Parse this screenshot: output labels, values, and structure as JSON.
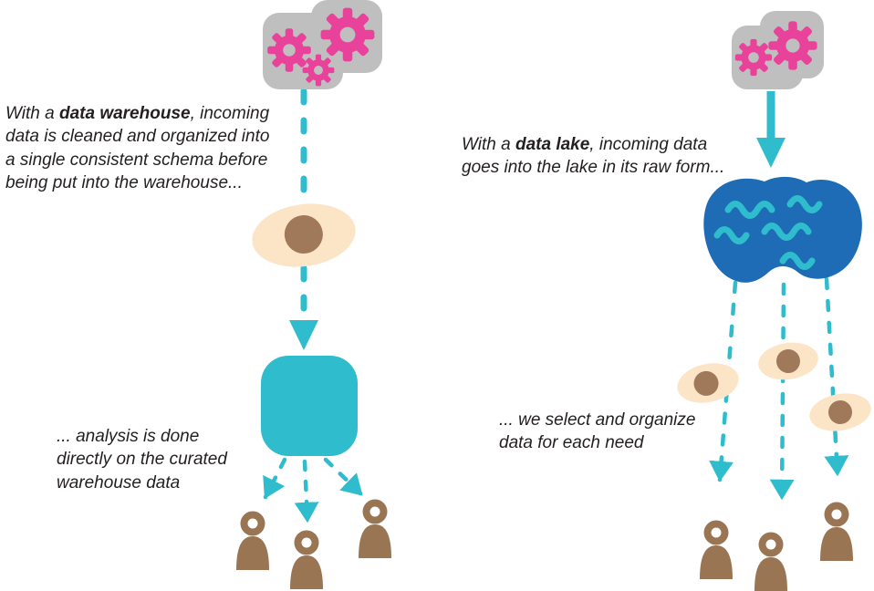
{
  "left_panel": {
    "caption_top": {
      "prefix": "With a ",
      "bold": "data warehouse",
      "suffix": ", incoming data is cleaned and organized into a single consistent schema before being put into the warehouse..."
    },
    "caption_bottom": "... analysis is done directly on the curated warehouse data"
  },
  "right_panel": {
    "caption_top": {
      "prefix": "With a ",
      "bold": "data lake",
      "suffix": ", incoming data goes into the lake in its raw form..."
    },
    "caption_bottom": "... we select and organize data for each need"
  },
  "icons": {
    "gear-icon": "pink gear on gray block representing source systems",
    "eye-icon": "peach oval with brown pupil representing data selection/curation",
    "warehouse-icon": "teal rounded square representing the data warehouse",
    "lake-icon": "blue blob with teal waves representing the data lake",
    "person-icon": "brown human silhouette representing a data consumer",
    "arrow-icon": "teal dashed arrow representing data flow"
  },
  "colors": {
    "teal": "#2fbdce",
    "pink": "#e8429b",
    "gray": "#bfbfbf",
    "peach": "#fce4c7",
    "pupil_brown": "#a0795a",
    "person_brown": "#9a7553",
    "lake_blue": "#1d6cb5",
    "text": "#231f20",
    "background": "#ffffff"
  }
}
